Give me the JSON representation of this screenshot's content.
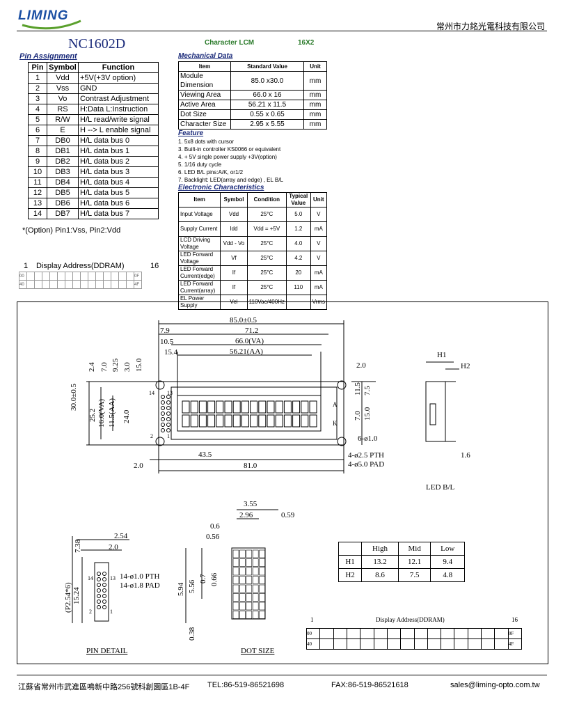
{
  "header": {
    "logo": "LIMING",
    "company": "常州市力銘光電科技有限公司",
    "colors": {
      "logo_blue": "#1b4fa3",
      "logo_green": "#5aa02c"
    }
  },
  "product": {
    "model": "NC1602D",
    "type": "Character LCM",
    "size": "16X2"
  },
  "pin_assignment": {
    "title": "Pin Assignment",
    "headers": [
      "Pin",
      "Symbol",
      "Function"
    ],
    "rows": [
      [
        "1",
        "Vdd",
        "+5V(+3V option)"
      ],
      [
        "2",
        "Vss",
        "GND"
      ],
      [
        "3",
        "Vo",
        "Contrast Adjustment"
      ],
      [
        "4",
        "RS",
        "H:Data L:Instruction"
      ],
      [
        "5",
        "R/W",
        "H/L read/write signal"
      ],
      [
        "6",
        "E",
        "H --> L enable signal"
      ],
      [
        "7",
        "DB0",
        "H/L data bus 0"
      ],
      [
        "8",
        "DB1",
        "H/L data bus 1"
      ],
      [
        "9",
        "DB2",
        "H/L data bus 2"
      ],
      [
        "10",
        "DB3",
        "H/L data bus 3"
      ],
      [
        "11",
        "DB4",
        "H/L data bus 4"
      ],
      [
        "12",
        "DB5",
        "H/L data bus 5"
      ],
      [
        "13",
        "DB6",
        "H/L data bus 6"
      ],
      [
        "14",
        "DB7",
        "H/L data bus 7"
      ]
    ],
    "note": "*(Option) Pin1:Vss,  Pin2:Vdd"
  },
  "ddram_small": {
    "start": "1",
    "label": "Display Address(DDRAM)",
    "end": "16",
    "row1_left": "00",
    "row1_right": "0F",
    "row2_left": "40",
    "row2_right": "4F"
  },
  "mechanical": {
    "title": "Mechanical Data",
    "headers": [
      "Item",
      "Standard Value",
      "Unit"
    ],
    "rows": [
      [
        "Module Dimension",
        "85.0 x30.0",
        "mm"
      ],
      [
        "Viewing Area",
        "66.0 x 16",
        "mm"
      ],
      [
        "Active  Area",
        "56.21 x 11.5",
        "mm"
      ],
      [
        "Dot Size",
        "0.55 x 0.65",
        "mm"
      ],
      [
        "Character Size",
        "2.95 x 5.55",
        "mm"
      ]
    ]
  },
  "feature": {
    "title": "Feature",
    "items": [
      "1. 5x8 dots with cursor",
      "3. Built-in controller KS0066 or equivalent",
      "4. + 5V single power supply  +3V(option)",
      "5. 1/16 duty cycle",
      "6. LED B/L pins:A/K, or1/2",
      "7. Backlight: LED(array and edge) , EL B/L"
    ]
  },
  "electronic": {
    "title": "Electronic Characteristics",
    "headers": [
      "Item",
      "Symbol",
      "Condition",
      "Typical Value",
      "Unit"
    ],
    "rows": [
      [
        "Input Voltage",
        "Vdd",
        "25°C",
        "5.0",
        "V"
      ],
      [
        "Supply Current",
        "Idd",
        "Vdd = +5V",
        "1.2",
        "mA"
      ],
      [
        "LCD Driving Voltage",
        "Vdd - Vo",
        "25°C",
        "4.0",
        "V"
      ],
      [
        "LED Forward Voltage",
        "Vf",
        "25°C",
        "4.2",
        "V"
      ],
      [
        "LED Forward Current(edge)",
        "If",
        "25°C",
        "20",
        "mA"
      ],
      [
        "LED Forward Current(array)",
        "If",
        "25°C",
        "110",
        "mA"
      ],
      [
        "EL Power Supply",
        "Vel",
        "110Vac/400Hz",
        "",
        "Vrms"
      ]
    ]
  },
  "drawing": {
    "dims_top": [
      "85.0±0.5",
      "7.9",
      "71.2",
      "10.5",
      "66.0(VA)",
      "15.4",
      "56.21(AA)",
      "2.0"
    ],
    "dims_left": [
      "2.4",
      "7.0",
      "9.25",
      "3.0",
      "15.0",
      "30.0±0.5",
      "25.2",
      "16.0(VA)",
      "11.5(AA)",
      "24.0"
    ],
    "dims_right": [
      "11.5",
      "7.5",
      "7.0",
      "15.0",
      "6-ø1.0",
      "4-ø2.5 PTH",
      "4-ø5.0 PAD"
    ],
    "dims_bottom": [
      "2.0",
      "43.5",
      "81.0"
    ],
    "pin_labels": [
      "14",
      "13",
      "2",
      "1",
      "A",
      "K"
    ],
    "side": {
      "h1": "H1",
      "h2": "H2",
      "dim": "1.6",
      "label": "LED B/L"
    },
    "pin_detail": {
      "label": "PIN DETAIL",
      "d1": "2.54",
      "d2": "2.0",
      "d3": "7.38",
      "d4": "15.24",
      "d5": "(P2.54*6)",
      "pth": "14-ø1.0 PTH",
      "pad": "14-ø1.8 PAD",
      "p14": "14",
      "p13": "13",
      "p2": "2",
      "p1": "1"
    },
    "dot_size": {
      "label": "DOT SIZE",
      "d1": "3.55",
      "d2": "2.96",
      "d3": "0.59",
      "d4": "0.6",
      "d5": "0.56",
      "d6": "5.94",
      "d7": "5.56",
      "d8": "0.7",
      "d9": "0.66",
      "d10": "0.38"
    }
  },
  "h_table": {
    "headers": [
      "",
      "High",
      "Mid",
      "Low"
    ],
    "rows": [
      [
        "H1",
        "13.2",
        "12.1",
        "9.4"
      ],
      [
        "H2",
        "8.6",
        "7.5",
        "4.8"
      ]
    ]
  },
  "ddram_big": {
    "start": "1",
    "label": "Display Address(DDRAM)",
    "end": "16",
    "row1_left": "00",
    "row1_right": "0F",
    "row2_left": "40",
    "row2_right": "4F"
  },
  "footer": {
    "address": "江蘇省常州市武進區鳴新中路256號科創園區1B-4F",
    "tel": "TEL:86-519-86521698",
    "fax": "FAX:86-519-86521618",
    "email": "sales@liming-opto.com.tw"
  }
}
